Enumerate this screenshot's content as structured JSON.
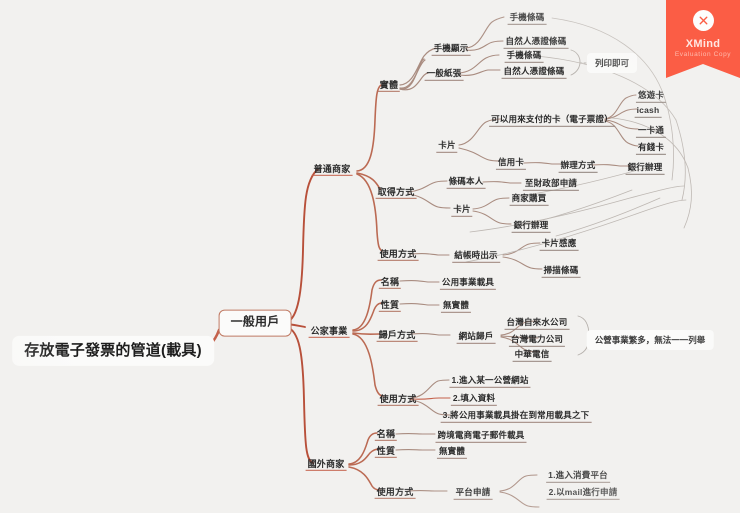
{
  "app": {
    "watermark": {
      "brand": "XMind",
      "eval_label": "Evaluation Copy",
      "logo_icon": "xmind-logo-icon",
      "color": "#fb5d45"
    },
    "background_color": "#f2f1ef",
    "branch_color": "#c4604a"
  },
  "mindmap": {
    "root": "存放電子發票的管道(載具)",
    "main_branch": "一般用戶",
    "nodes": {
      "n_putong": "普通商家",
      "n_shiti": "實體",
      "n_shouji_xianshi": "手機顯示",
      "n_sjtm_1": "手機條碼",
      "n_zrrpztm_1": "自然人憑證條碼",
      "n_yiban_zhizhang": "一般紙張",
      "n_sjtm_2": "手機條碼",
      "n_zrrpztm_2": "自然人憑證條碼",
      "n_lieyin": "列印即可",
      "n_kapian": "卡片",
      "n_keyi_zhifu": "可以用來支付的卡（電子票證）",
      "n_youyou": "悠遊卡",
      "n_icash": "icash",
      "n_yikatong": "一卡通",
      "n_youqian": "有錢卡",
      "n_xinyongka": "信用卡",
      "n_banli_fangshi": "辦理方式",
      "n_yinhang_banli_1": "銀行辦理",
      "n_qude_fangshi": "取得方式",
      "n_tiaoma_benren": "條碼本人",
      "n_zhi_caizhengbu": "至財政部申請",
      "n_kapian_2": "卡片",
      "n_shangjia_goumai": "商家購買",
      "n_yinhang_banli_2": "銀行辦理",
      "n_shiyong_fangshi_1": "使用方式",
      "n_jiezhang_chushi": "結帳時出示",
      "n_kapian_ganying": "卡片感應",
      "n_saomiao_tiaoma": "掃描條碼",
      "n_gongjia": "公家事業",
      "n_mingcheng_1": "名稱",
      "n_gongyong_zaiju": "公用事業載具",
      "n_xingzhi_1": "性質",
      "n_wushiti_1": "無實體",
      "n_guihu_fangshi": "歸戶方式",
      "n_wangzhan_guihu": "網站歸戶",
      "n_zilaishui": "台灣自來水公司",
      "n_taidian": "台灣電力公司",
      "n_zhonghua": "中華電信",
      "n_gongying_note": "公營事業繁多，無法一一列舉",
      "n_shiyong_fangshi_2": "使用方式",
      "n_step1": "1.進入某一公營網站",
      "n_step2": "2.填入資料",
      "n_step3": "3.將公用事業載具掛在到常用載具之下",
      "n_guowai": "國外商家",
      "n_mingcheng_2": "名稱",
      "n_kuajing": "跨境電商電子郵件載具",
      "n_xingzhi_2": "性質",
      "n_wushiti_2": "無實體",
      "n_shiyong_fangshi_3": "使用方式",
      "n_pingtai_shenqing": "平台申請",
      "n_step_a": "1.進入消費平台",
      "n_step_b": "2.以mail進行申請"
    }
  }
}
